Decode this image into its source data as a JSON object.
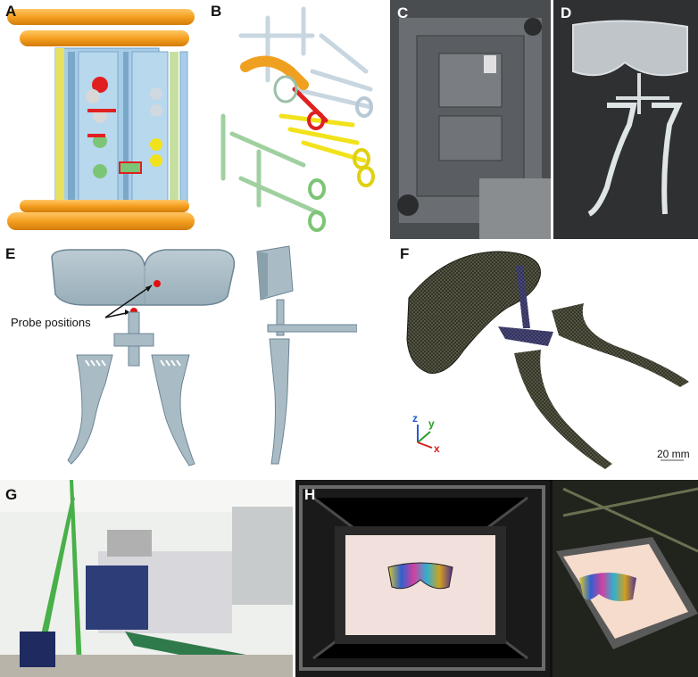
{
  "panels": {
    "a": {
      "label": "A"
    },
    "b": {
      "label": "B"
    },
    "c": {
      "label": "C"
    },
    "d": {
      "label": "D"
    },
    "e": {
      "label": "E",
      "annotation": "Probe positions"
    },
    "f": {
      "label": "F",
      "scale_bar": "20 mm",
      "axis_z": "z",
      "axis_y": "y",
      "axis_x": "x"
    },
    "g": {
      "label": "G"
    },
    "h": {
      "label": "H"
    }
  },
  "colors": {
    "orange": "#f5a020",
    "mold_blue": "#a8cde8",
    "yellow": "#f2e21c",
    "green": "#7cc576",
    "red": "#e02020",
    "part_gray": "#a9bcc6",
    "mesh": "#2a2a22",
    "runner_mesh": "#2c2c5a"
  }
}
